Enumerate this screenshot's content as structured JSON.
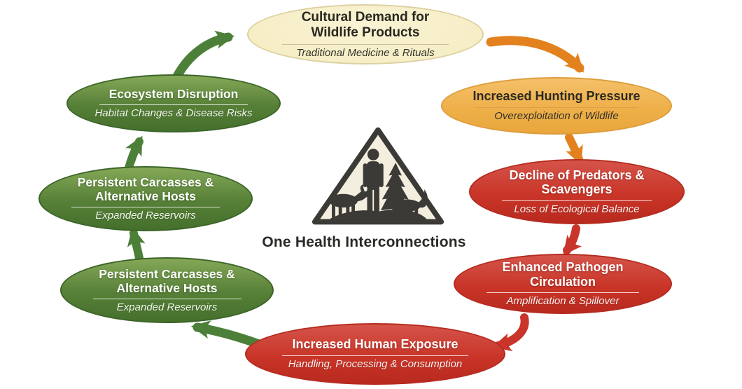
{
  "center": {
    "label": "One Health Interconnections",
    "icon": "one-health-triangle-icon",
    "icon_elements": [
      "warning-triangle",
      "person-silhouette",
      "cattle-silhouette",
      "pine-tree-silhouette",
      "wild-animal-silhouette"
    ]
  },
  "colors": {
    "background": "#ffffff",
    "cream_fill": "#f6eec6",
    "cream_border": "#ddd0a2",
    "orange_fill": "#efb04a",
    "orange_border": "#dd9d3c",
    "red_fill": "#c93528",
    "red_border": "#b52c21",
    "green_fill": "#567f37",
    "green_border": "#3c6529",
    "green_arrow": "#4c8038",
    "orange_arrow": "#e2811e",
    "red_arrow": "#c9352a",
    "dark_text": "#28271f",
    "light_text": "#ffffff"
  },
  "nodes": [
    {
      "id": "cultural-demand",
      "title": "Cultural Demand for Wildlife Products",
      "subtitle": "Traditional Medicine & Rituals",
      "color": "cream"
    },
    {
      "id": "hunting-pressure",
      "title": "Increased Hunting Pressure",
      "subtitle": "Overexploitation of Wildlife",
      "color": "orange"
    },
    {
      "id": "decline-predators",
      "title": "Decline of Predators & Scavengers",
      "subtitle": "Loss of Ecological Balance",
      "color": "red"
    },
    {
      "id": "pathogen-circulation",
      "title": "Enhanced Pathogen Circulation",
      "subtitle": "Amplification & Spillover",
      "color": "red"
    },
    {
      "id": "human-exposure",
      "title": "Increased Human Exposure",
      "subtitle": "Handling, Processing & Consumption",
      "color": "red"
    },
    {
      "id": "persistent-carcasses-lower",
      "title": "Persistent Carcasses & Alternative Hosts",
      "subtitle": "Expanded Reservoirs",
      "color": "green"
    },
    {
      "id": "persistent-carcasses-upper",
      "title": "Persistent Carcasses & Alternative Hosts",
      "subtitle": "Expanded Reservoirs",
      "color": "green"
    },
    {
      "id": "ecosystem-disruption",
      "title": "Ecosystem Disruption",
      "subtitle": "Habitat Changes & Disease Risks",
      "color": "green"
    }
  ],
  "edges": [
    {
      "from": "ecosystem-disruption",
      "to": "cultural-demand",
      "color": "green"
    },
    {
      "from": "cultural-demand",
      "to": "hunting-pressure",
      "color": "orange"
    },
    {
      "from": "hunting-pressure",
      "to": "decline-predators",
      "color": "orange"
    },
    {
      "from": "decline-predators",
      "to": "pathogen-circulation",
      "color": "red"
    },
    {
      "from": "pathogen-circulation",
      "to": "human-exposure",
      "color": "red"
    },
    {
      "from": "human-exposure",
      "to": "persistent-carcasses-lower",
      "color": "green"
    },
    {
      "from": "persistent-carcasses-lower",
      "to": "persistent-carcasses-upper",
      "color": "green"
    },
    {
      "from": "persistent-carcasses-upper",
      "to": "ecosystem-disruption",
      "color": "green"
    }
  ]
}
